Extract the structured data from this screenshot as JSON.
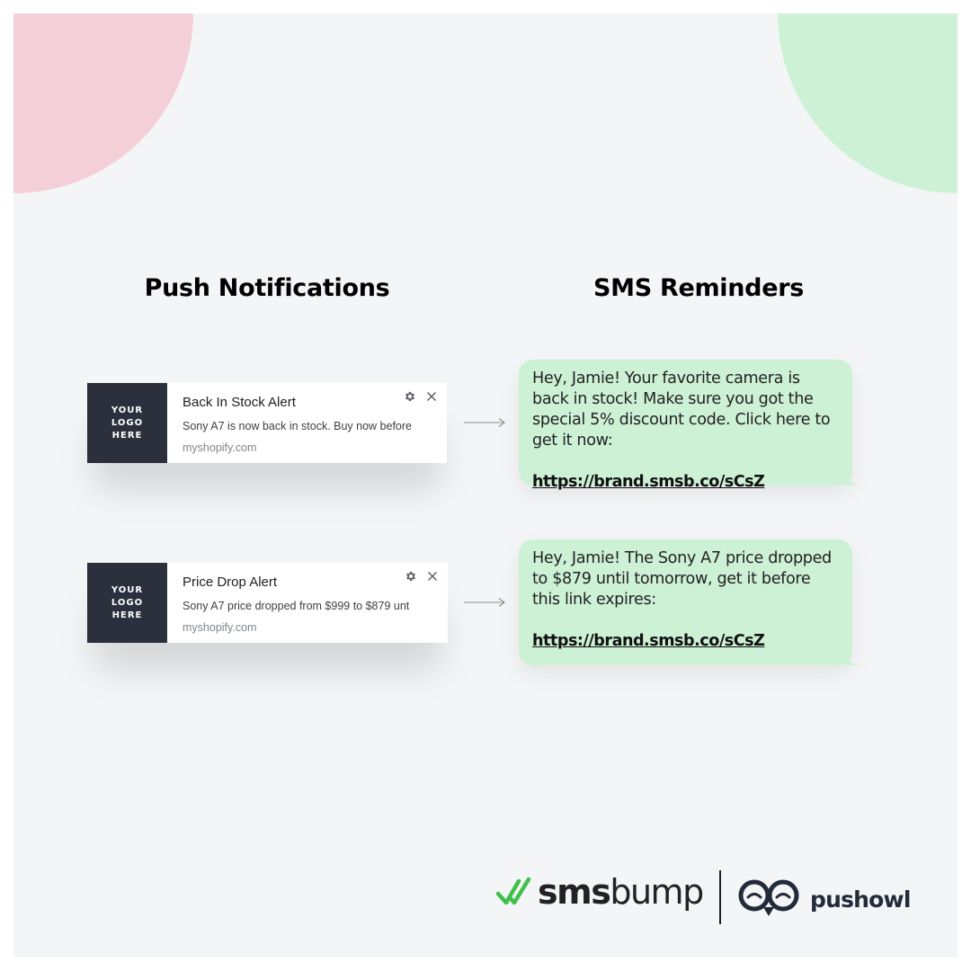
{
  "headings": {
    "push": "Push Notifications",
    "sms": "SMS Reminders"
  },
  "push_notifications": [
    {
      "logo_text": "YOUR\nLOGO\nHERE",
      "title": "Back In Stock Alert",
      "body": "Sony A7 is now back in stock. Buy now before",
      "domain": "myshopify.com"
    },
    {
      "logo_text": "YOUR\nLOGO\nHERE",
      "title": "Price Drop Alert",
      "body": "Sony A7 price dropped from $999 to $879 unt",
      "domain": "myshopify.com"
    }
  ],
  "sms_messages": [
    {
      "text": "Hey, Jamie! Your favorite camera is back in stock! Make sure you got the special 5% discount code. Click here to get it now:",
      "link": "https://brand.smsb.co/sCsZ"
    },
    {
      "text": "Hey, Jamie! The Sony A7 price dropped to $879 until tomorrow, get it before this link expires:",
      "link": "https://brand.smsb.co/sCsZ"
    }
  ],
  "brands": {
    "smsbump_bold": "sms",
    "smsbump_light": "bump",
    "pushowl": "pushowl"
  },
  "colors": {
    "pink_accent": "#f5cfd8",
    "green_accent": "#cdf1d5",
    "logo_box": "#2b303c",
    "smsbump_check": "#3ec14a"
  },
  "icons": {
    "notification_settings": "gear-icon",
    "notification_close": "close-icon",
    "flow_arrow": "arrow-right-icon"
  }
}
